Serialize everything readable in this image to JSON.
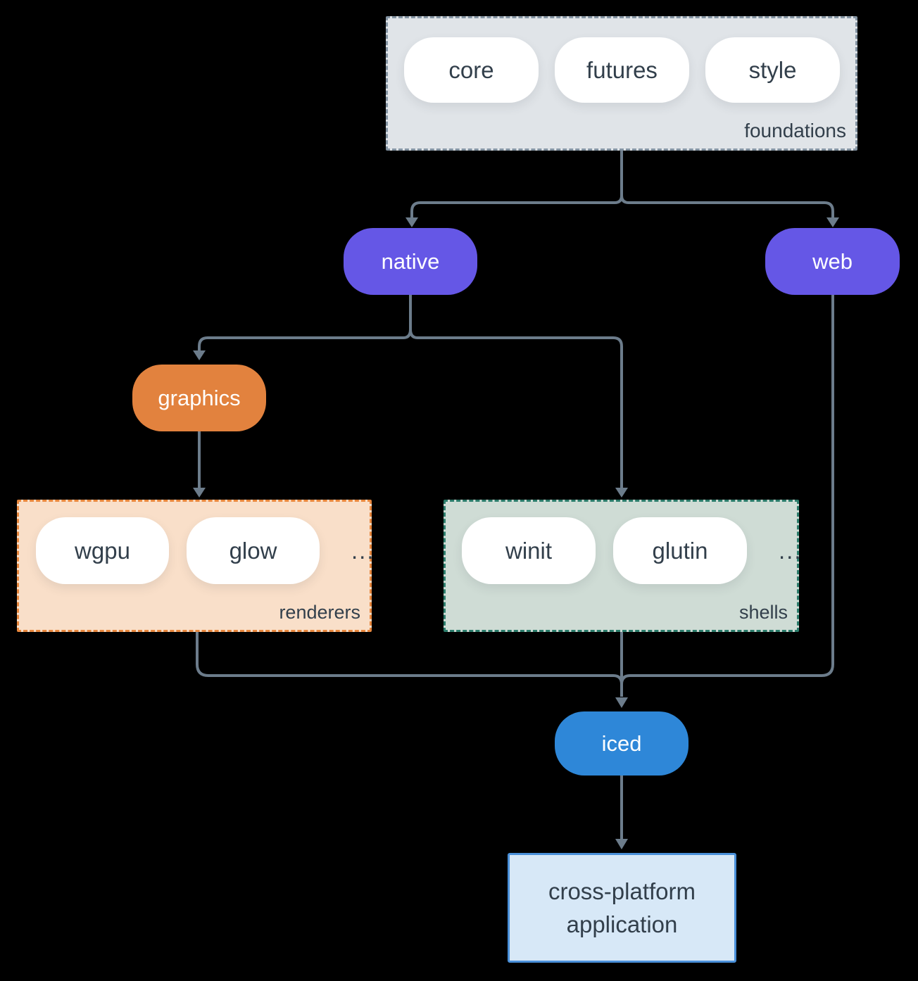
{
  "colors": {
    "background": "#000000",
    "line": "#6c7c8b",
    "text_dark": "#323f4b",
    "foundations_fill": "#e0e4e8",
    "foundations_border": "#8494a3",
    "purple": "#6557e6",
    "orange": "#e2823e",
    "renderers_fill": "#f9dfc9",
    "renderers_border": "#e8873d",
    "shells_fill": "#cfdcd5",
    "shells_border": "#2b7c6b",
    "blue": "#2e87d8",
    "app_fill": "#d7e8f7",
    "app_border": "#4a90d9",
    "pill_fill": "#ffffff"
  },
  "foundations": {
    "label": "foundations",
    "pills": [
      "core",
      "futures",
      "style"
    ]
  },
  "native": {
    "label": "native"
  },
  "web": {
    "label": "web"
  },
  "graphics": {
    "label": "graphics"
  },
  "renderers": {
    "label": "renderers",
    "pills": [
      "wgpu",
      "glow"
    ],
    "ellipsis": "..."
  },
  "shells": {
    "label": "shells",
    "pills": [
      "winit",
      "glutin"
    ],
    "ellipsis": "..."
  },
  "iced": {
    "label": "iced"
  },
  "application": {
    "label": "cross-platform application",
    "lines": [
      "cross-platform",
      "application"
    ]
  }
}
